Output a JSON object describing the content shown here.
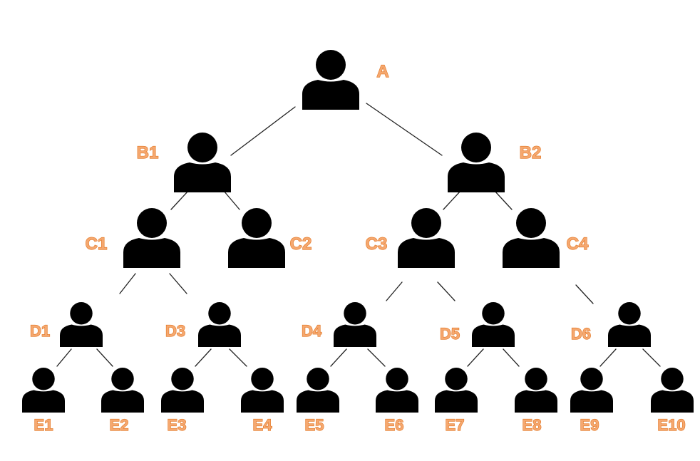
{
  "colors": {
    "person": "#000000",
    "label_fill": "#F5A870",
    "label_stroke": "#E2741F",
    "connector": "#222222",
    "background": "#FFFFFF"
  },
  "icon": "person-icon",
  "nodes": [
    {
      "id": "A",
      "label": "A"
    },
    {
      "id": "B1",
      "label": "B1"
    },
    {
      "id": "B2",
      "label": "B2"
    },
    {
      "id": "C1",
      "label": "C1"
    },
    {
      "id": "C2",
      "label": "C2"
    },
    {
      "id": "C3",
      "label": "C3"
    },
    {
      "id": "C4",
      "label": "C4"
    },
    {
      "id": "D1",
      "label": "D1"
    },
    {
      "id": "D3",
      "label": "D3"
    },
    {
      "id": "D4",
      "label": "D4"
    },
    {
      "id": "D5",
      "label": "D5"
    },
    {
      "id": "D6",
      "label": "D6"
    },
    {
      "id": "E1",
      "label": "E1"
    },
    {
      "id": "E2",
      "label": "E2"
    },
    {
      "id": "E3",
      "label": "E3"
    },
    {
      "id": "E4",
      "label": "E4"
    },
    {
      "id": "E5",
      "label": "E5"
    },
    {
      "id": "E6",
      "label": "E6"
    },
    {
      "id": "E7",
      "label": "E7"
    },
    {
      "id": "E8",
      "label": "E8"
    },
    {
      "id": "E9",
      "label": "E9"
    },
    {
      "id": "E10",
      "label": "E10"
    }
  ],
  "edges": [
    [
      "A",
      "B1"
    ],
    [
      "A",
      "B2"
    ],
    [
      "B1",
      "C1"
    ],
    [
      "B1",
      "C2"
    ],
    [
      "B2",
      "C3"
    ],
    [
      "B2",
      "C4"
    ],
    [
      "C1",
      "D1"
    ],
    [
      "C1",
      "D3"
    ],
    [
      "C3",
      "D4"
    ],
    [
      "C3",
      "D5"
    ],
    [
      "C4",
      "D6"
    ],
    [
      "D1",
      "E1"
    ],
    [
      "D1",
      "E2"
    ],
    [
      "D3",
      "E3"
    ],
    [
      "D3",
      "E4"
    ],
    [
      "D4",
      "E5"
    ],
    [
      "D4",
      "E6"
    ],
    [
      "D5",
      "E7"
    ],
    [
      "D5",
      "E8"
    ],
    [
      "D6",
      "E9"
    ],
    [
      "D6",
      "E10"
    ]
  ]
}
